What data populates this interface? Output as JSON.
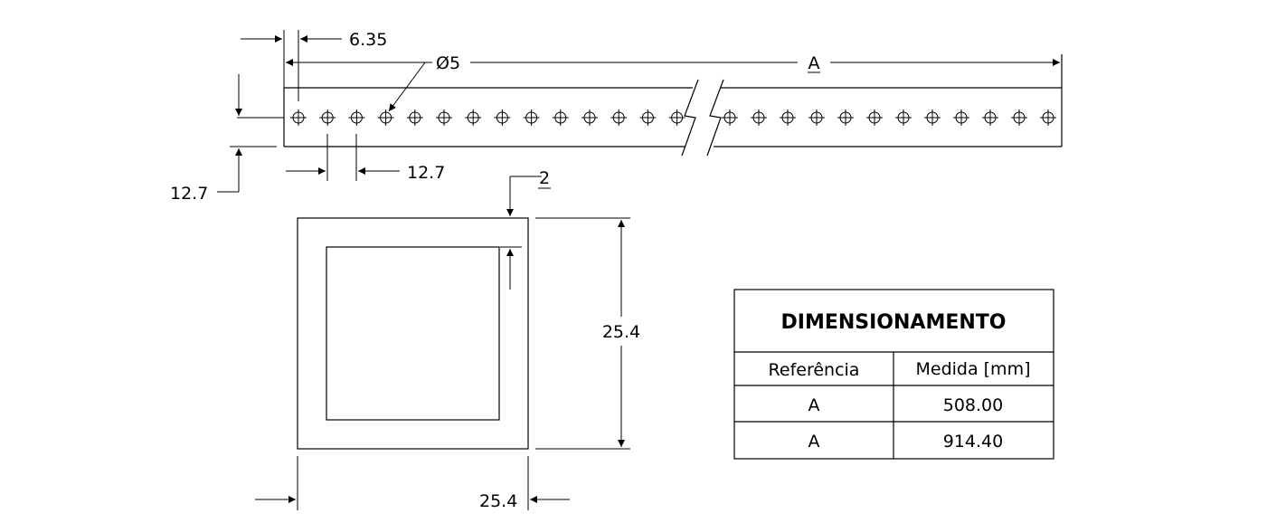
{
  "drawing": {
    "dims": {
      "hole_offset": "6.35",
      "hole_diameter": "Ø5",
      "length_ref": "A",
      "hole_pitch": "12.7",
      "hole_height": "12.7",
      "wall_thickness": "2",
      "section_height": "25.4",
      "section_width": "25.4"
    }
  },
  "table": {
    "title": "DIMENSIONAMENTO",
    "headers": [
      "Referência",
      "Medida [mm]"
    ],
    "rows": [
      [
        "A",
        "508.00"
      ],
      [
        "A",
        "914.40"
      ]
    ]
  }
}
